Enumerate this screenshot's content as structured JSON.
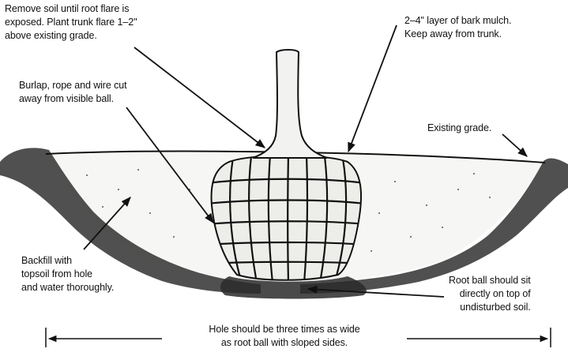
{
  "labels": {
    "remove_soil": [
      "Remove soil until root flare is",
      "exposed. Plant trunk flare 1–2\"",
      "above existing grade."
    ],
    "mulch": [
      "2–4\" layer of bark mulch.",
      "Keep away from trunk."
    ],
    "burlap": [
      "Burlap, rope and wire cut",
      "away from visible ball."
    ],
    "existing_grade": [
      "Existing grade."
    ],
    "backfill": [
      "Backfill with",
      "topsoil from hole",
      "and water thoroughly."
    ],
    "root_ball": [
      "Root ball should sit",
      "directly on top of",
      "undisturbed soil."
    ],
    "hole_width": [
      "Hole should be three times as wide",
      "as root ball with sloped sides."
    ]
  },
  "colors": {
    "ink": "#111111",
    "backfill": "#f6f6f4",
    "rootball": "#ededea",
    "soil": "#2a2a2a",
    "trunk": "#f2f2f0"
  }
}
